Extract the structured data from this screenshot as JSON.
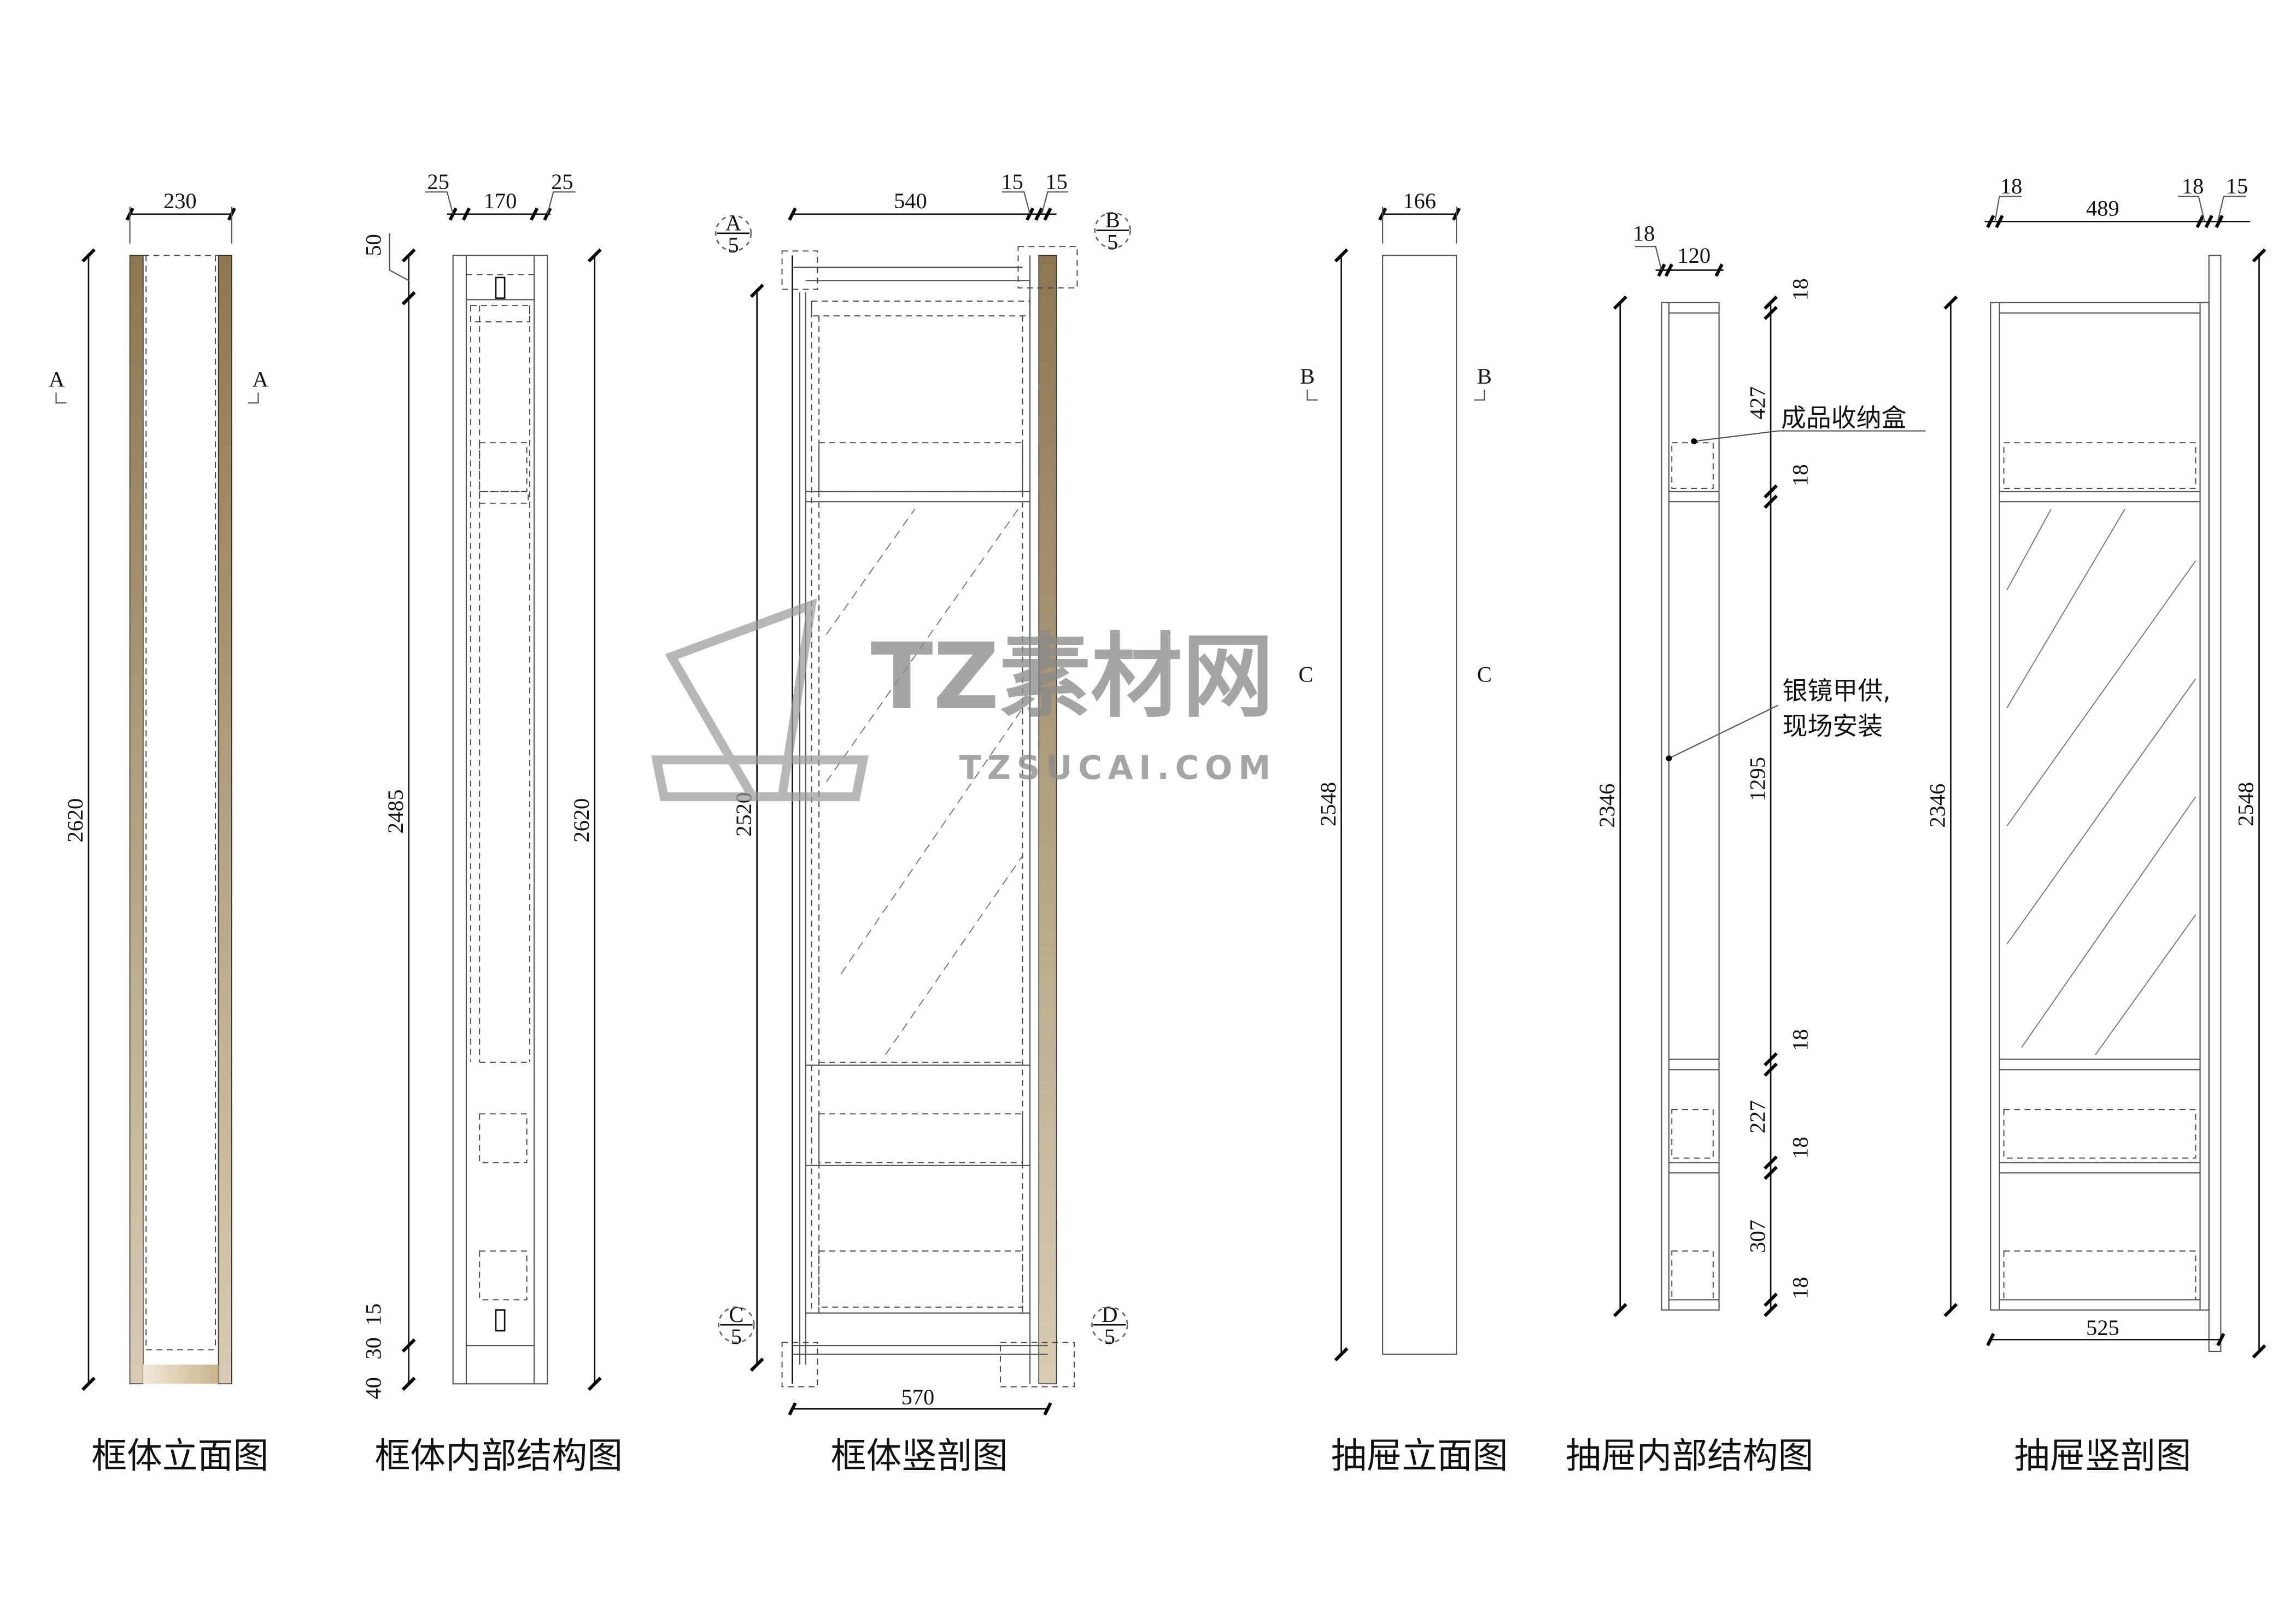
{
  "titles": [
    "框体立面图",
    "框体内部结构图",
    "框体竖剖图",
    "抽屉立面图",
    "抽屉内部结构图",
    "抽屉竖剖图"
  ],
  "frame_elevation": {
    "width": "230",
    "height": "2620",
    "section_mark": "A"
  },
  "frame_internal": {
    "side_left": "25",
    "inner": "170",
    "side_right": "25",
    "top": "50",
    "inner_height": "2485",
    "total_height": "2620",
    "bottom_a": "15",
    "bottom_b": "30",
    "bottom_c": "40"
  },
  "frame_section": {
    "depth": "540",
    "panel_a": "15",
    "panel_b": "15",
    "height": "2520",
    "bottom_depth": "570",
    "details": [
      {
        "letter": "A",
        "num": "5"
      },
      {
        "letter": "B",
        "num": "5"
      },
      {
        "letter": "C",
        "num": "5"
      },
      {
        "letter": "D",
        "num": "5"
      }
    ]
  },
  "drawer_elevation": {
    "width": "166",
    "height": "2548",
    "mark_b": "B",
    "mark_c": "C"
  },
  "drawer_internal": {
    "side": "18",
    "inner": "120",
    "height": "2346",
    "chain": [
      "18",
      "427",
      "18",
      "1295",
      "18",
      "227",
      "18",
      "307",
      "18"
    ],
    "note_box": "成品收纳盒",
    "note_mirror_1": "银镜甲供,",
    "note_mirror_2": "现场安装"
  },
  "drawer_section": {
    "side_left": "18",
    "inner": "489",
    "side_right": "18",
    "panel": "15",
    "height": "2346",
    "total_height": "2548",
    "bottom": "525"
  },
  "watermark": {
    "brand": "TZ素材网",
    "url": "TZSUCAI.COM"
  },
  "colors": {
    "wood": "#9c8563",
    "wood_light": "#d9cdb6"
  }
}
